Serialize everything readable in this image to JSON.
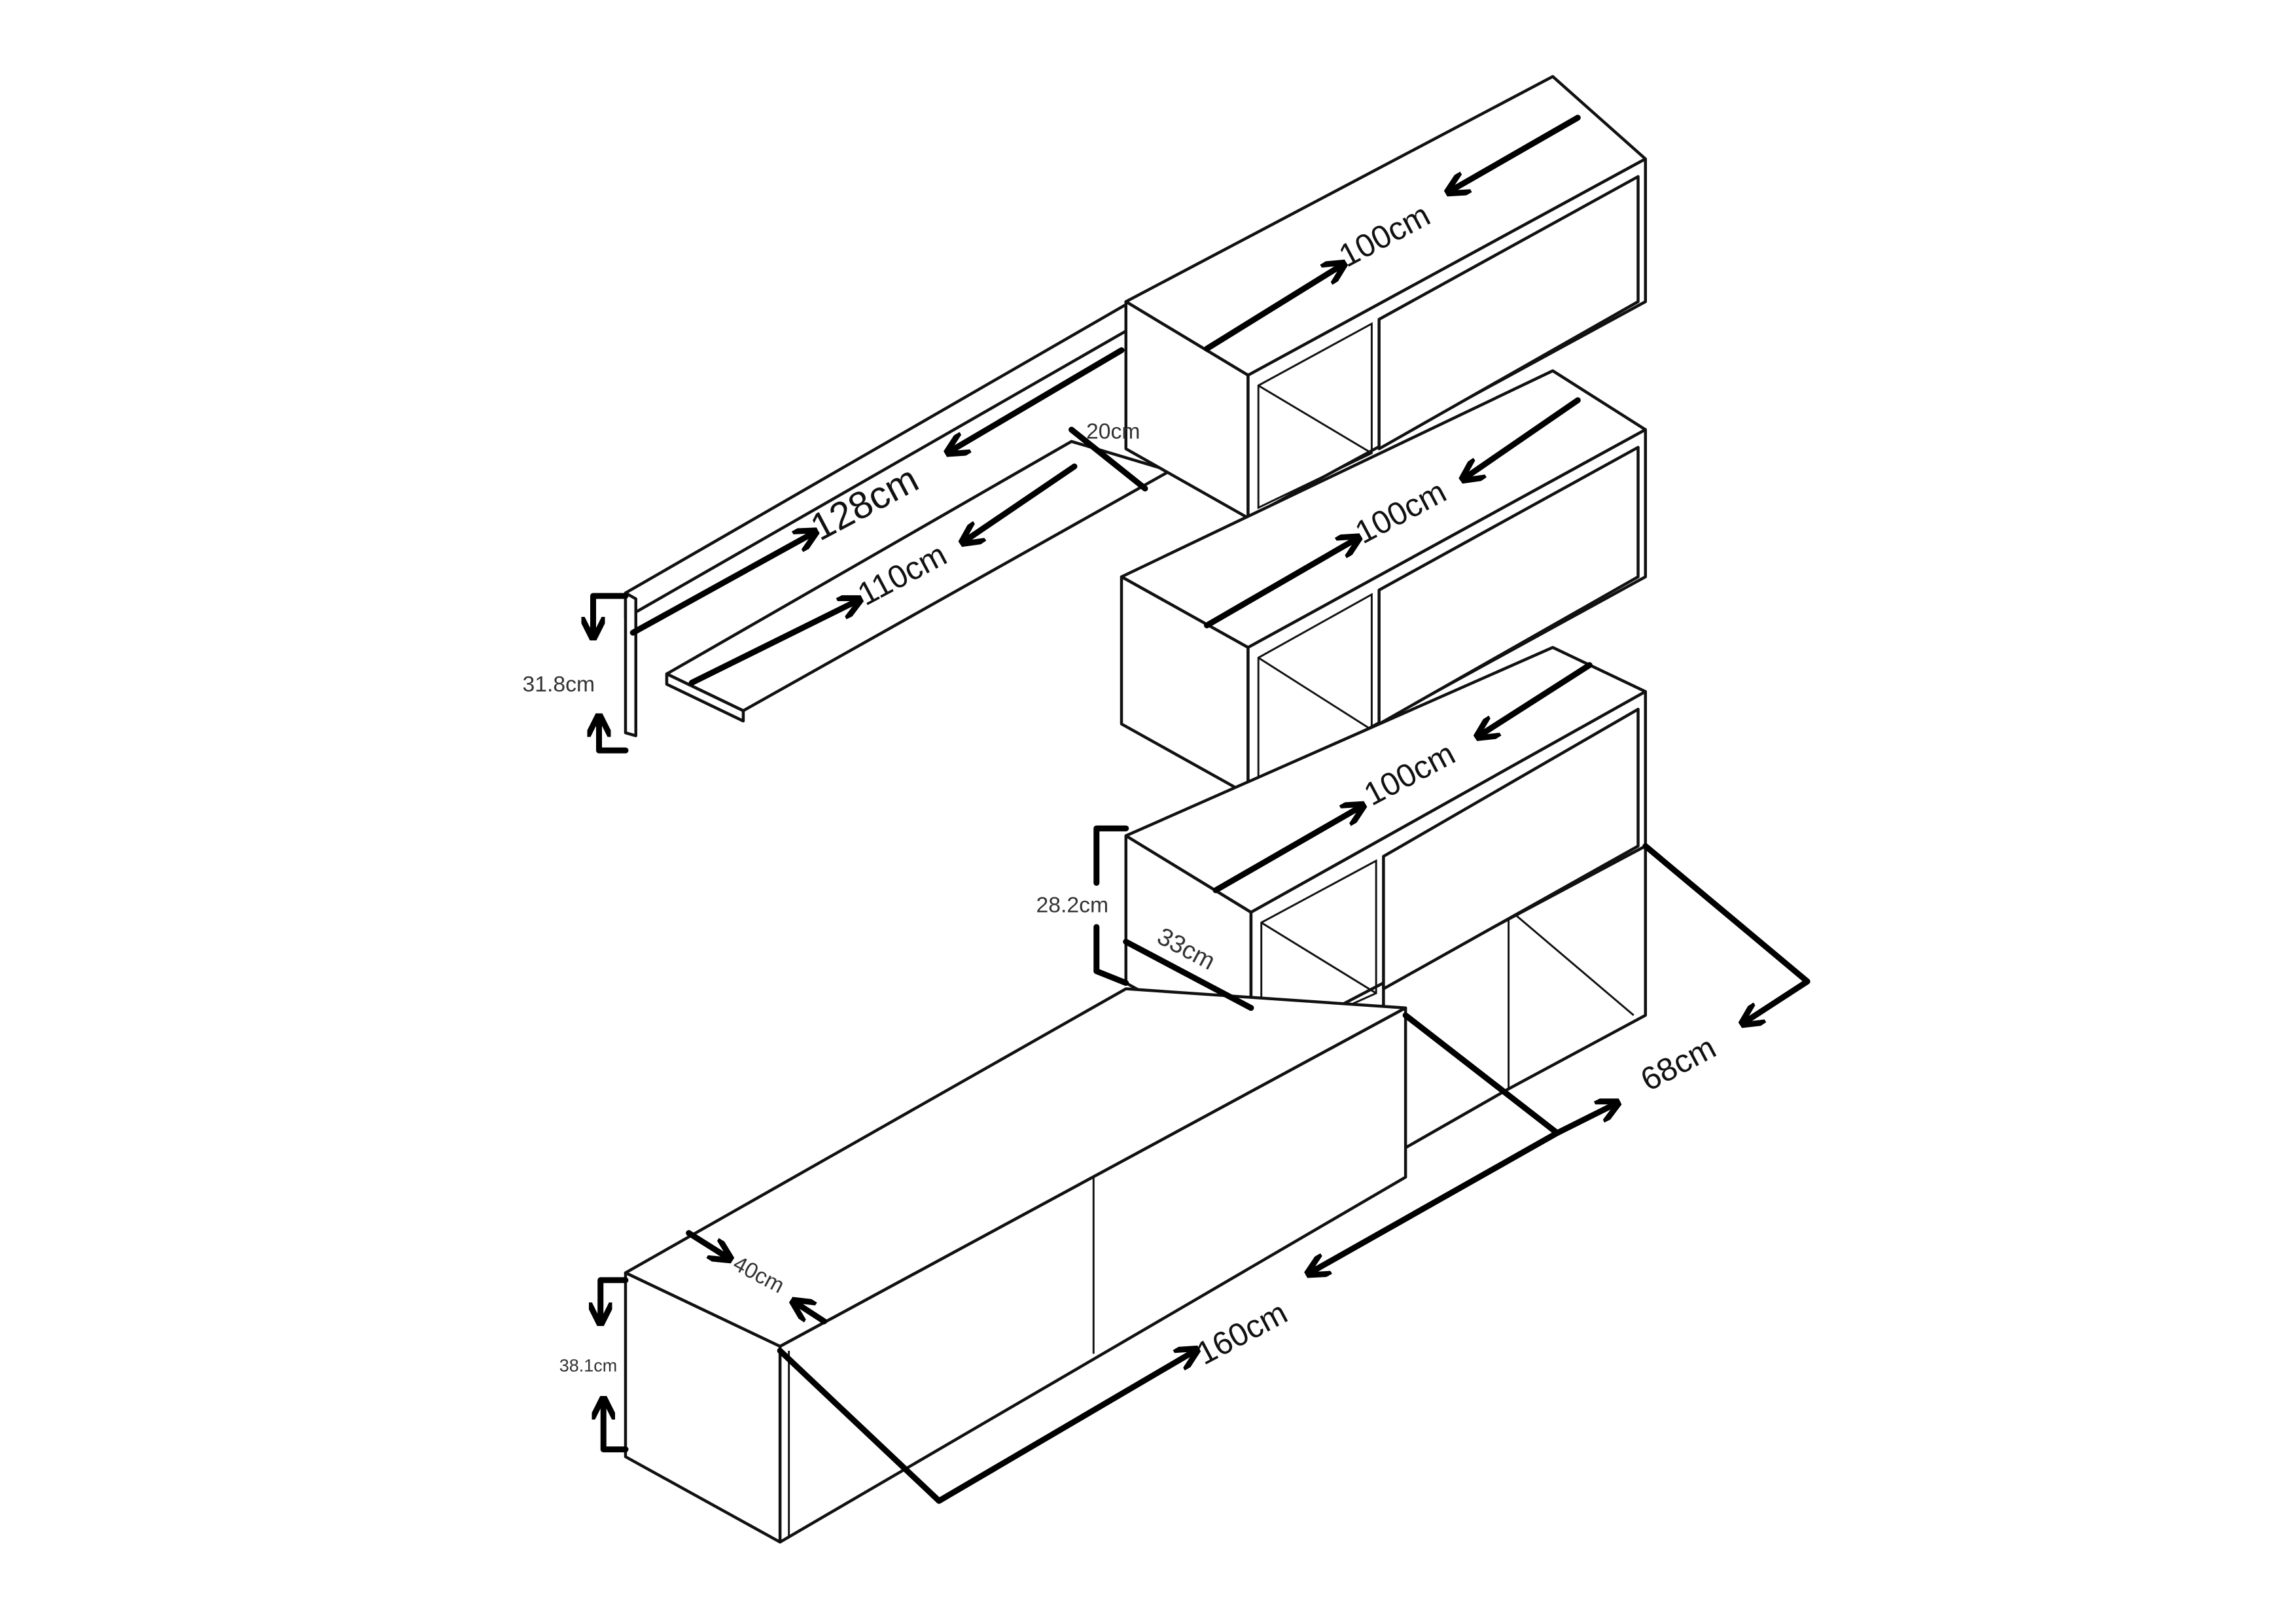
{
  "diagram": {
    "title": "Wall unit set dimensions",
    "colors": {
      "line": "#111111",
      "background": "#ffffff"
    },
    "labels": {
      "top_cabinet_width": "100cm",
      "middle_cabinet_width": "100cm",
      "lower_cabinet_width": "100cm",
      "wall_panel_width": "128cm",
      "shelf_width": "110cm",
      "shelf_depth": "20cm",
      "wall_panel_height": "31.8cm",
      "cabinet_height": "28.2cm",
      "cabinet_depth": "33cm",
      "open_unit_width": "68cm",
      "tv_unit_depth": "40cm",
      "tv_unit_width": "160cm",
      "tv_unit_height": "38.1cm"
    }
  }
}
